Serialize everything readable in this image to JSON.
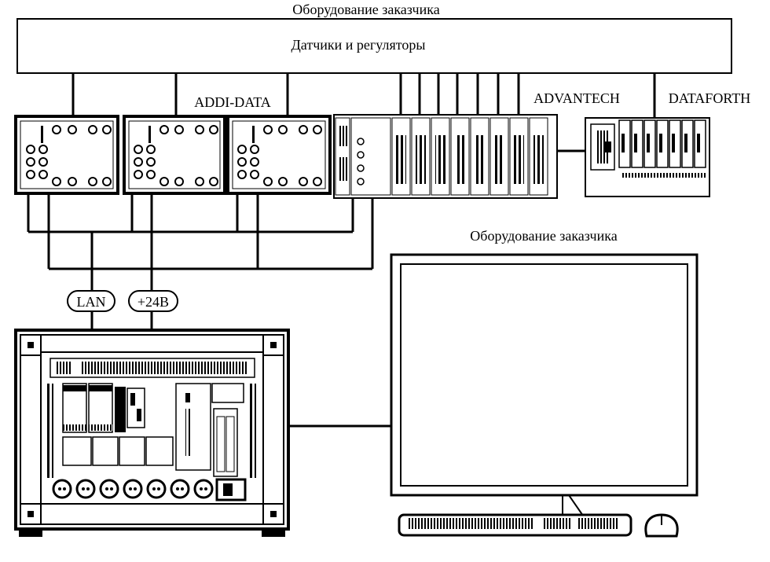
{
  "labels": {
    "top_title": "Оборудование заказчика",
    "sensors_box": "Датчики и регуляторы",
    "addi_data": "ADDI-DATA",
    "advantech": "ADVANTECH",
    "dataforth": "DATAFORTH",
    "monitor_title": "Оборудование заказчика",
    "lan": "LAN",
    "power": "+24В"
  },
  "icons": [
    "addi-data-module-icon",
    "advantech-rack-icon",
    "dataforth-rack-icon",
    "cabinet-rack-icon",
    "monitor-icon",
    "keyboard-icon",
    "mouse-icon"
  ]
}
